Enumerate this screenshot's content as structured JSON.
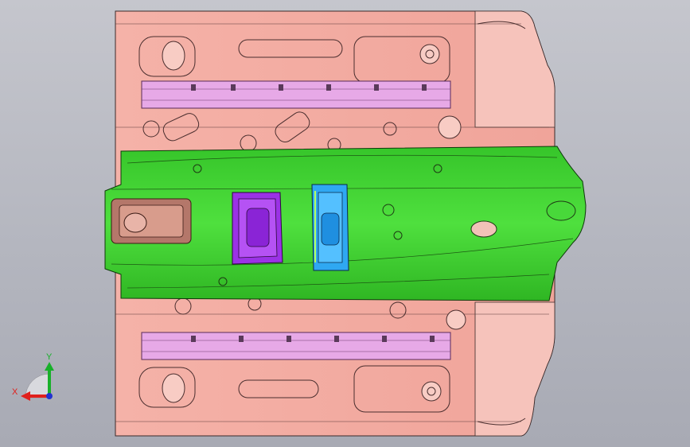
{
  "viewport": {
    "background_top": "#c5c6cd",
    "background_bottom": "#a8aab4"
  },
  "model": {
    "parts": [
      {
        "name": "floor-panel",
        "color": "#f2aea4"
      },
      {
        "name": "seat-rail-upper",
        "color": "#e7a9e7"
      },
      {
        "name": "seat-rail-lower",
        "color": "#e7a9e7"
      },
      {
        "name": "center-tunnel",
        "color": "#3bd12e"
      },
      {
        "name": "front-bracket",
        "color": "#b4776a"
      },
      {
        "name": "purple-reinforcement",
        "color": "#9b32e6"
      },
      {
        "name": "blue-reinforcement",
        "color": "#2fa8f2"
      }
    ]
  },
  "triad": {
    "x_label": "X",
    "y_label": "Y",
    "x_color": "#e0201c",
    "y_color": "#18b02a",
    "z_color": "#2233d0"
  }
}
